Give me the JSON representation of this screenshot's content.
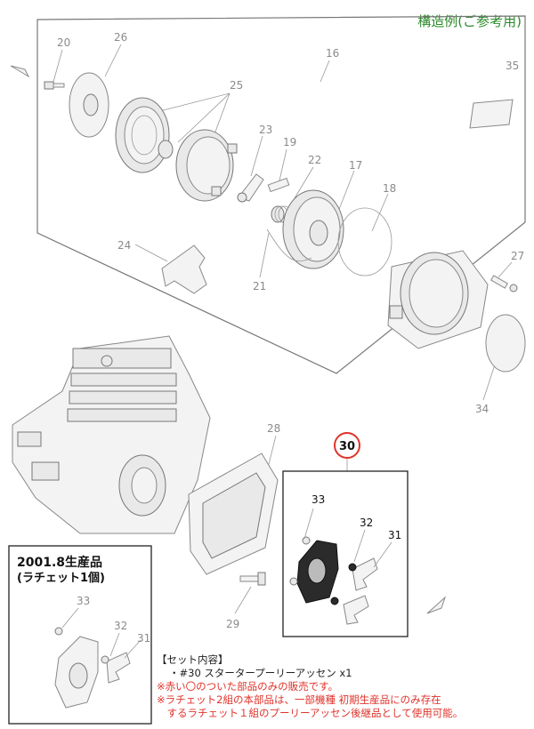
{
  "title": "構造例(ご参考用)",
  "inset": {
    "title": "2001.8生産品",
    "subtitle": "(ラチェット1個)",
    "labels": [
      "33",
      "32",
      "31"
    ]
  },
  "kit_label": "30",
  "kit_box_labels": [
    "33",
    "32",
    "31"
  ],
  "part_labels": {
    "p20": "20",
    "p26": "26",
    "p16": "16",
    "p35": "35",
    "p25": "25",
    "p23": "23",
    "p19": "19",
    "p22": "22",
    "p17": "17",
    "p18": "18",
    "p24": "24",
    "p21": "21",
    "p27": "27",
    "p34": "34",
    "p28": "28",
    "p29": "29"
  },
  "notes": {
    "header": "【セット内容】",
    "item": "・#30 スタータープーリーアッセン x1",
    "red1": "※赤い〇のついた部品のみの販売です。",
    "red2": "※ラチェット2組の本部品は、一部機種 初期生産品にのみ存在",
    "red3": "　するラチェット１組のプーリーアッセン後継品として使用可能。"
  },
  "colors": {
    "accent_red": "#e0332b",
    "title_green": "#2a8a2a"
  }
}
